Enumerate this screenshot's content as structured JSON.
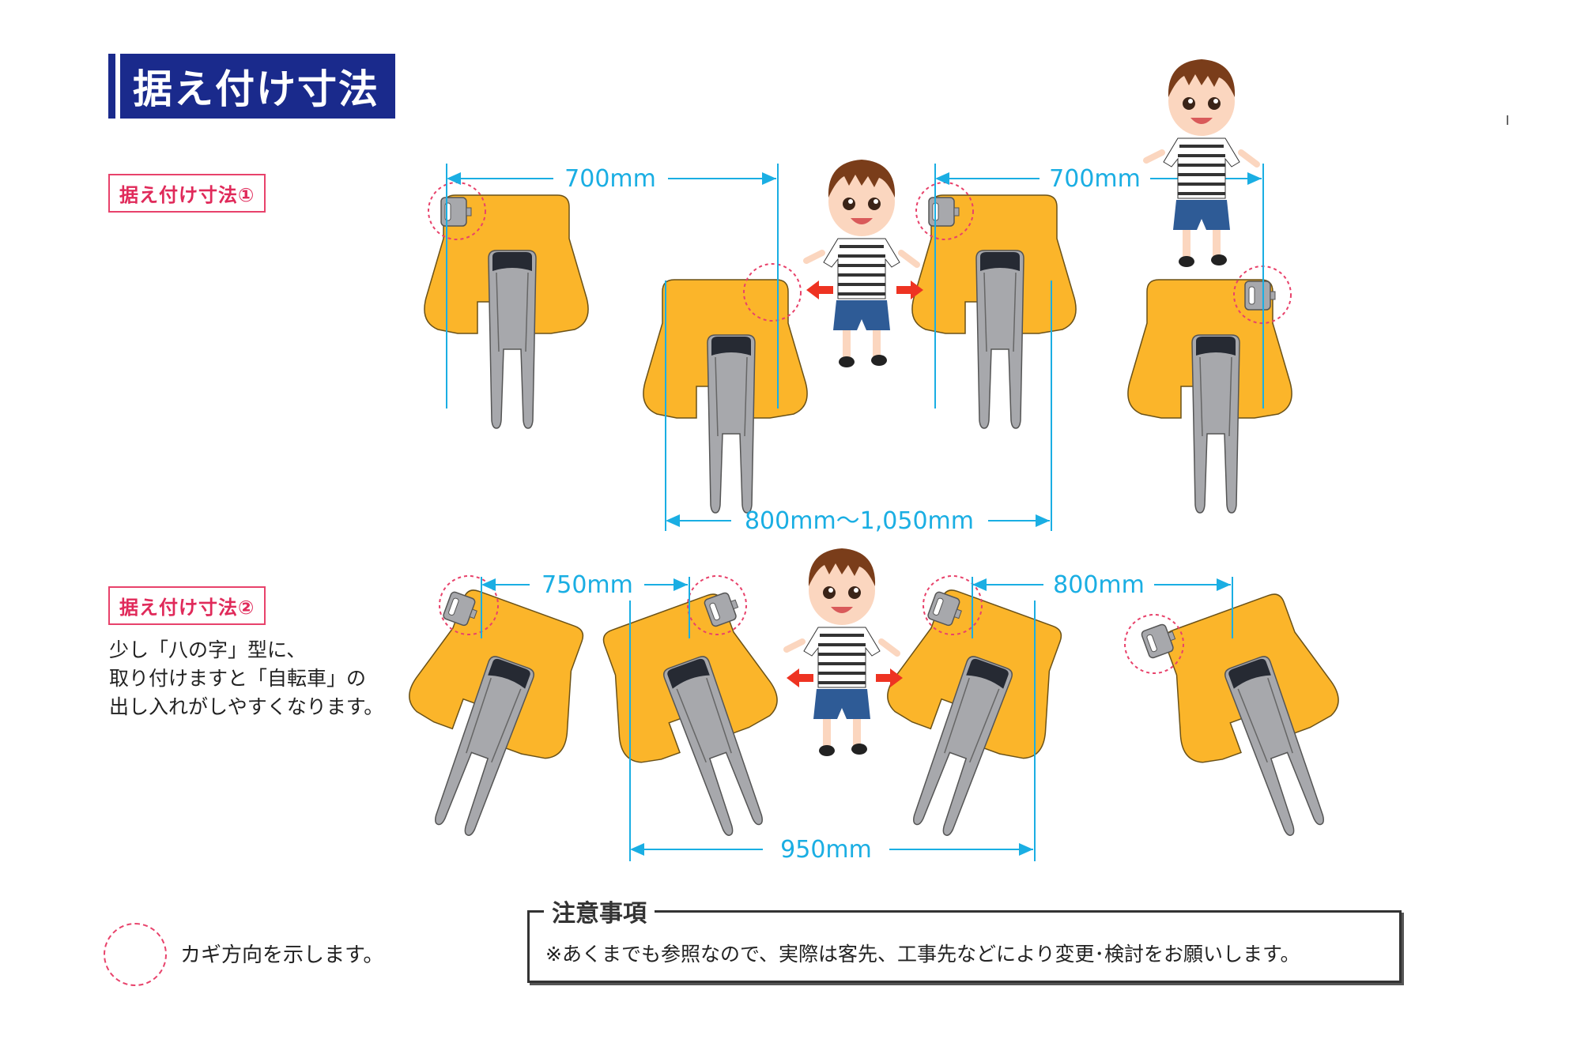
{
  "header": {
    "title": "据え付け寸法"
  },
  "sections": [
    {
      "label": "据え付け寸法①",
      "dimensions": {
        "left_pair": "700mm",
        "right_pair": "700mm",
        "between": "800mm～1,050mm"
      },
      "layout": "staggered-straight"
    },
    {
      "label": "据え付け寸法②",
      "description_lines": [
        "少し「八の字」型に、",
        "取り付けますと「自転車」の",
        "出し入れがしやすくなります。"
      ],
      "dimensions": {
        "left_pair": "750mm",
        "right_pair": "800mm",
        "between": "950mm"
      },
      "layout": "angled-v-shape"
    }
  ],
  "legend": {
    "icon": "dashed-circle-key-direction",
    "text": "カギ方向を示します。"
  },
  "notice": {
    "title": "注意事項",
    "text": "※あくまでも参照なので、実際は客先、工事先などにより変更･検討をお願いします。"
  },
  "colors": {
    "title_bg": "#1a2a8c",
    "label_border": "#e8426b",
    "dimension_line": "#1aaee3",
    "rack_body": "#fbb52a",
    "rack_arm": "#a7a8ac",
    "arrow": "#ee3322"
  }
}
